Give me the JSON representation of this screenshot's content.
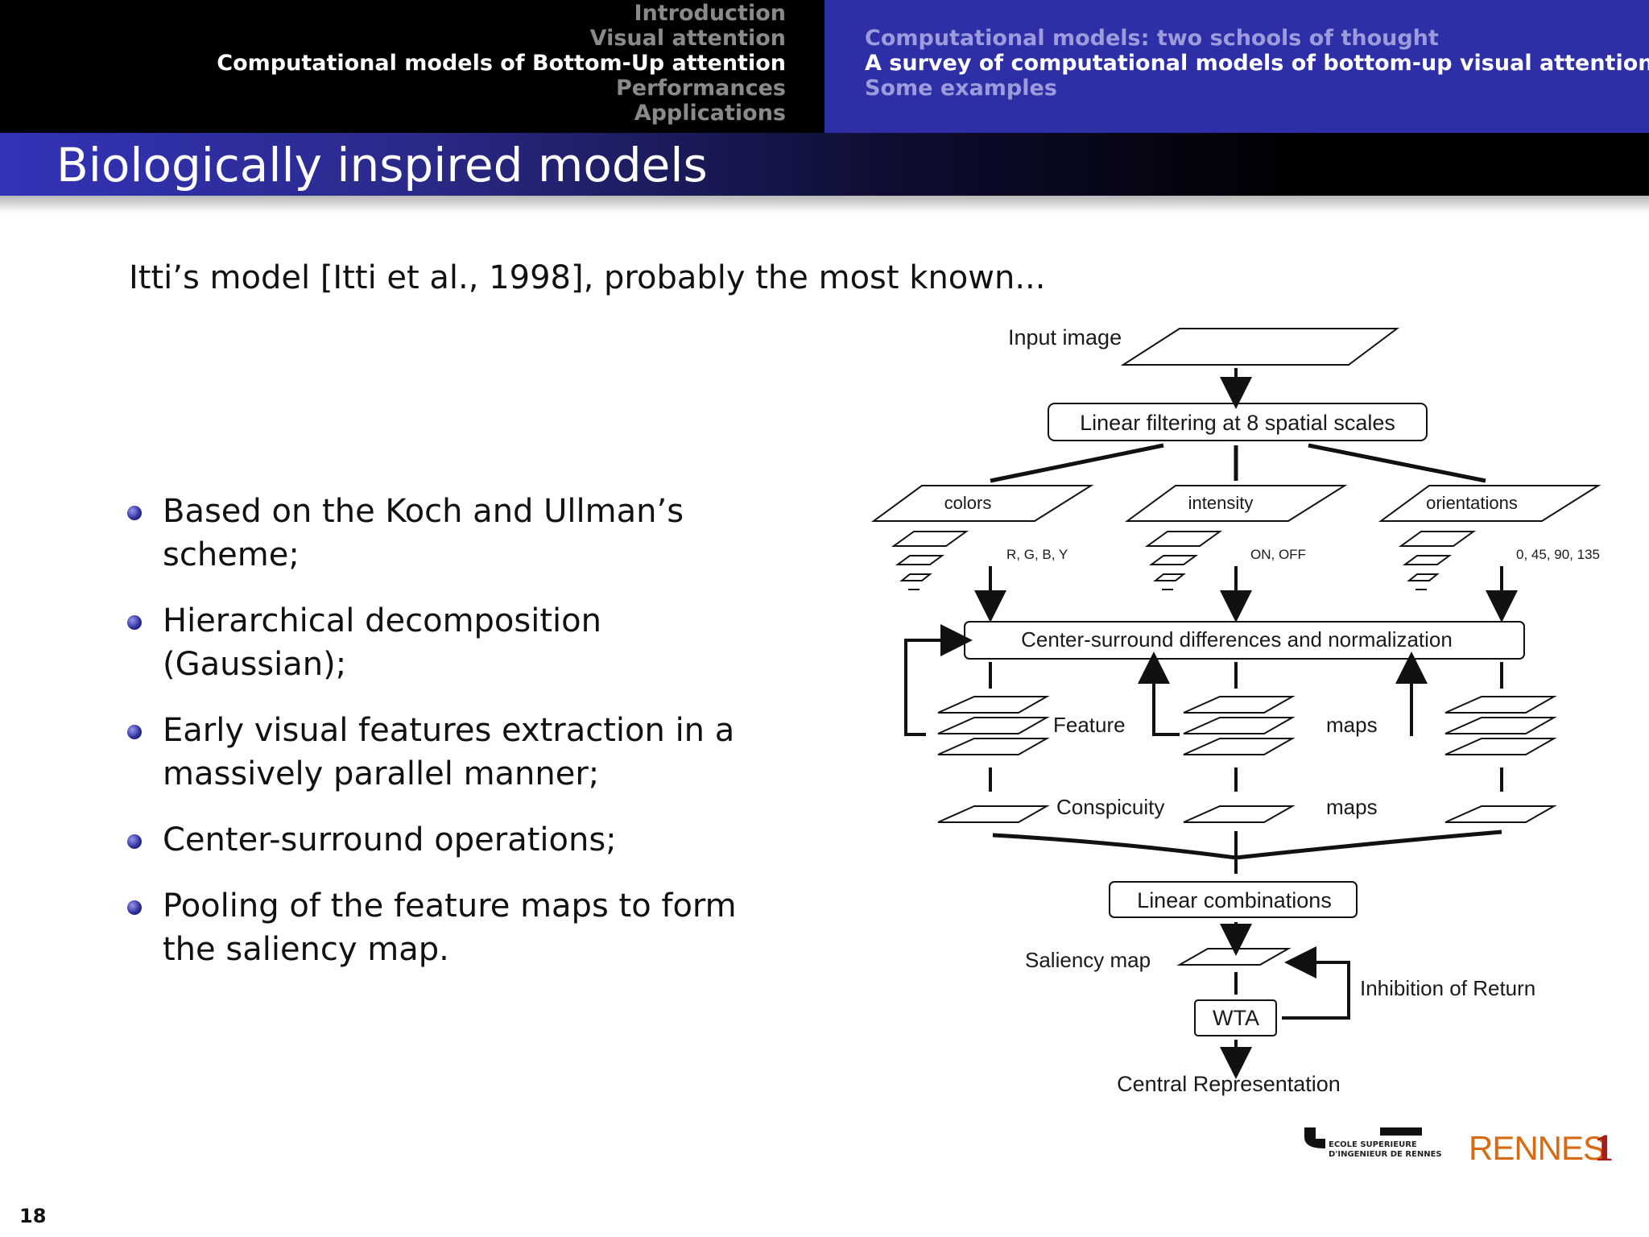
{
  "header": {
    "sections": [
      {
        "label": "Introduction",
        "active": false
      },
      {
        "label": "Visual attention",
        "active": false
      },
      {
        "label": "Computational models of Bottom-Up attention",
        "active": true
      },
      {
        "label": "Performances",
        "active": false
      },
      {
        "label": "Applications",
        "active": false
      }
    ],
    "subsections": [
      {
        "label": "Computational models: two schools of thought",
        "active": false
      },
      {
        "label": "A survey of computational models of bottom-up visual attention",
        "active": true
      },
      {
        "label": "Some examples",
        "active": false
      }
    ]
  },
  "slide": {
    "title": "Biologically inspired models",
    "intro": "Itti’s model [Itti et al., 1998], probably the most known...",
    "bullets": [
      "Based on the Koch and Ullman’s scheme;",
      "Hierarchical decomposition (Gaussian);",
      "Early visual features extraction in a massively parallel manner;",
      "Center-surround operations;",
      "Pooling of the feature maps to form the saliency map."
    ],
    "page_number": "18"
  },
  "diagram": {
    "input_label": "Input image",
    "linear_filtering": "Linear filtering at 8 spatial scales",
    "channels": [
      {
        "name": "colors",
        "subs": "R, G, B, Y"
      },
      {
        "name": "intensity",
        "subs": "ON, OFF"
      },
      {
        "name": "orientations",
        "subs": "0, 45, 90, 135"
      }
    ],
    "center_surround": "Center-surround differences and normalization",
    "feature_label": "Feature",
    "maps_label": "maps",
    "conspicuity_label": "Conspicuity",
    "linear_combinations": "Linear combinations",
    "saliency_map": "Saliency map",
    "wta": "WTA",
    "inhibition": "Inhibition of Return",
    "central_representation": "Central Representation"
  },
  "logos": {
    "esir_line1": "ECOLE SUPERIEURE",
    "esir_line2": "D'INGENIEUR DE RENNES",
    "rennes_word": "RENNES",
    "rennes_number": "1"
  }
}
